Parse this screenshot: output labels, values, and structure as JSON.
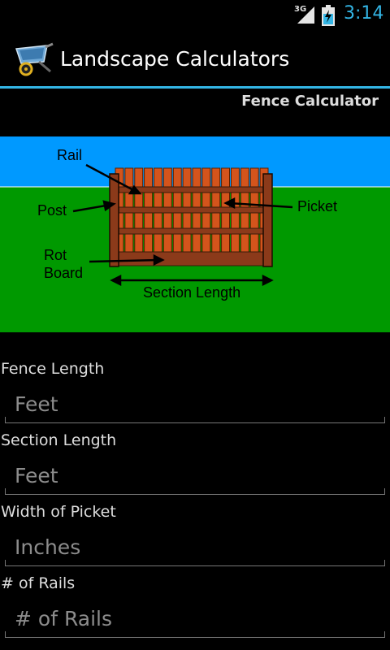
{
  "status_bar": {
    "network": "3G",
    "time": "3:14"
  },
  "action_bar": {
    "title": "Landscape Calculators",
    "icon": "wheelbarrow-icon"
  },
  "page": {
    "heading": "Fence Calculator"
  },
  "diagram": {
    "labels": {
      "rail": "Rail",
      "post": "Post",
      "picket": "Picket",
      "rot_board_1": "Rot",
      "rot_board_2": "Board",
      "section_length": "Section Length"
    },
    "colors": {
      "sky": "#0099ff",
      "grass": "#009900",
      "wood": "#8b3a1a",
      "picket": "#d4541c"
    }
  },
  "form": {
    "fields": [
      {
        "label": "Fence Length",
        "placeholder": "Feet"
      },
      {
        "label": "Section Length",
        "placeholder": "Feet"
      },
      {
        "label": "Width of Picket",
        "placeholder": "Inches"
      },
      {
        "label": "# of Rails",
        "placeholder": "# of Rails"
      }
    ]
  },
  "colors": {
    "accent": "#33b5e5"
  }
}
